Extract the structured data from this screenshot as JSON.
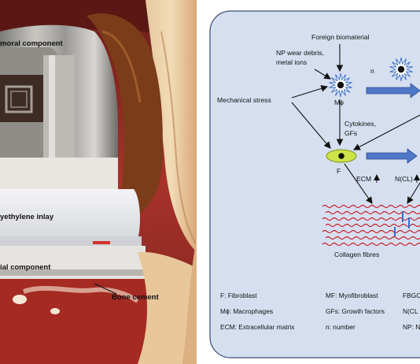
{
  "photo": {
    "labels": {
      "femoral": "moral component",
      "inlay": "yethylene inlay",
      "tibial": "ial component",
      "cement": "Bone cement"
    }
  },
  "diagram": {
    "foreign": "Foreign biomaterial",
    "wear1": "NP wear debris,",
    "wear2": "metal ions",
    "mech": "Mechanical stress",
    "mphi": "Mϕ",
    "n": "n",
    "cyto1": "Cytokines,",
    "cyto2": "GFs",
    "f": "F",
    "ecm": "ECM",
    "ncl": "N(CL)",
    "collagen": "Collagen fibres",
    "legend": {
      "col1": [
        "F: Fibroblast",
        "Mϕ: Macrophages",
        "ECM: Extracellular matrix"
      ],
      "col2": [
        "MF: Myofibroblast",
        "GFs: Growth factors",
        "n: number"
      ],
      "col3": [
        "FBGC",
        "N(CL",
        "NP: N"
      ]
    }
  },
  "colors": {
    "panel_bg": "#d6dff0",
    "panel_border": "#3a4a75",
    "arrow_blue": "#4f78c6",
    "fiber_red": "#c8202a",
    "crosslink_blue": "#2f6fd0",
    "fibroblast_green": "#cde34a"
  }
}
